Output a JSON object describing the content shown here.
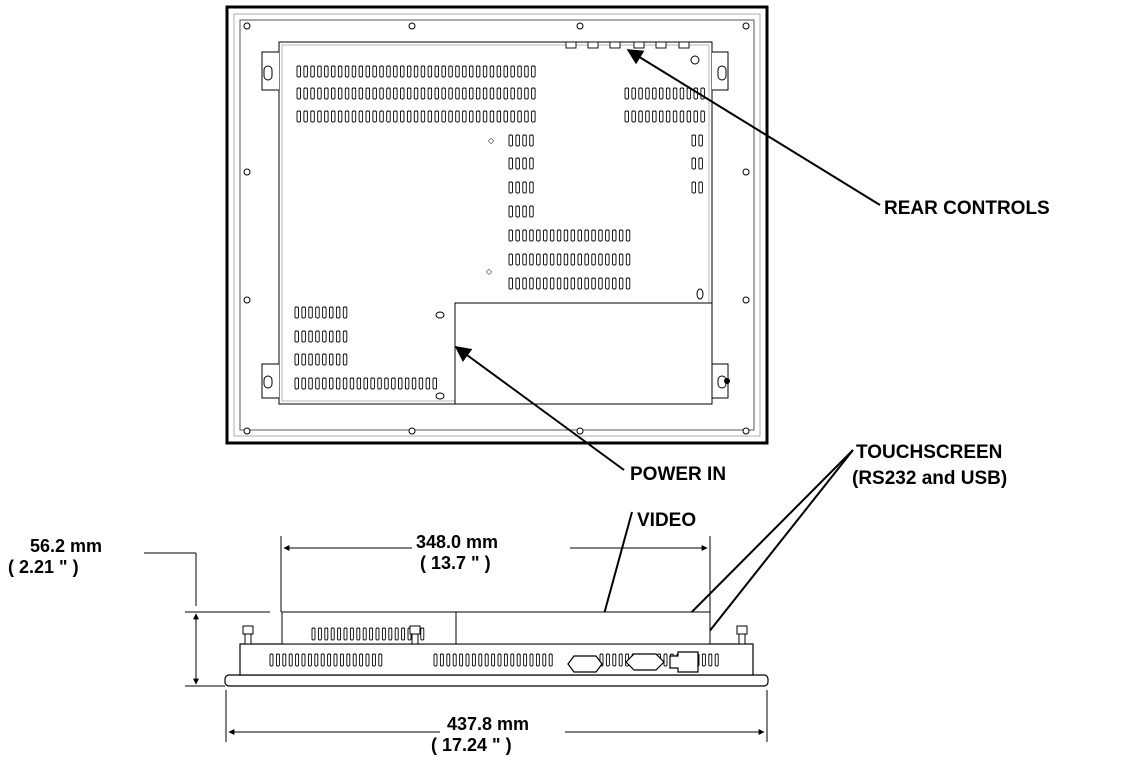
{
  "callouts": {
    "rear_controls": "REAR CONTROLS",
    "power_in": "POWER IN",
    "touchscreen_line1": "TOUCHSCREEN",
    "touchscreen_line2": "(RS232 and USB)",
    "video": "VIDEO"
  },
  "dimensions": {
    "height": {
      "metric": "56.2 mm",
      "imperial": "( 2.21 \" )"
    },
    "inner_width": {
      "metric": "348.0 mm",
      "imperial": "( 13.7 \" )"
    },
    "overall_width": {
      "metric": "437.8 mm",
      "imperial": "( 17.24 \" )"
    }
  },
  "colors": {
    "line": "#000000",
    "background": "#ffffff"
  }
}
